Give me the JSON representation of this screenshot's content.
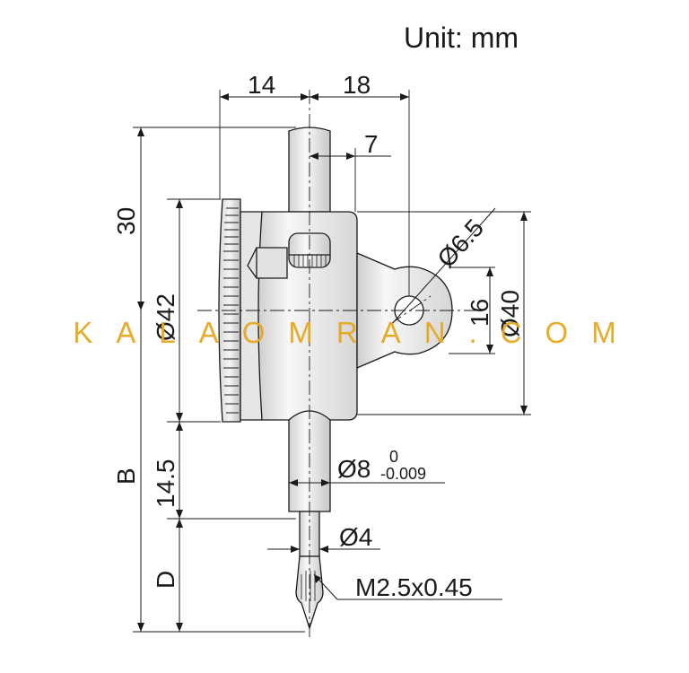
{
  "header": {
    "unit_label": "Unit: mm"
  },
  "dimensions": {
    "top_left_width": "14",
    "top_right_width": "18",
    "stem_offset": "7",
    "stem_height": "30",
    "bezel_diameter_prefix": "Ø",
    "bezel_diameter": "42",
    "lug_hole_prefix": "Ø",
    "lug_hole_diameter": "6.5",
    "lug_height": "16",
    "body_diameter_prefix": "Ø",
    "body_diameter": "40",
    "spindle_height": "14.5",
    "spindle_diameter_prefix": "Ø",
    "spindle_diameter": "8",
    "spindle_tol_upper": "0",
    "spindle_tol_lower": "-0.009",
    "tip_diameter_prefix": "Ø",
    "tip_diameter": "4",
    "overall_label": "B",
    "tip_label": "D",
    "thread_label": "M2.5x0.45"
  },
  "watermark": {
    "text": "KALAOMRAN.COM",
    "color": "#e6a820"
  },
  "colors": {
    "line": "#1a1a1a",
    "fill_light": "#f4f4f4",
    "fill_mid": "#dcdcdc"
  }
}
